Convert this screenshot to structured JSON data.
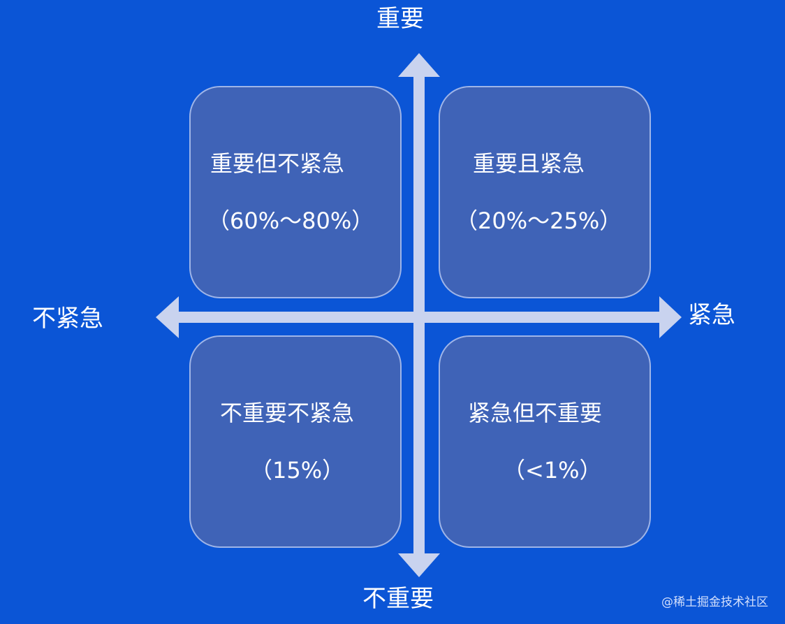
{
  "diagram": {
    "axes": {
      "top": "重要",
      "bottom": "不重要",
      "left": "不紧急",
      "right": "紧急"
    },
    "quadrants": {
      "top_left": {
        "title": "重要但不紧急",
        "percent": "（60%～80%）"
      },
      "top_right": {
        "title": "重要且紧急",
        "percent": "（20%～25%）"
      },
      "bottom_left": {
        "title": "不重要不紧急",
        "percent": "（15%）"
      },
      "bottom_right": {
        "title": "紧急但不重要",
        "percent": "（<1%）"
      }
    },
    "colors": {
      "background": "#0b55d6",
      "quadrant_fill": "#3f63b7",
      "quadrant_border": "#9fb5e8",
      "axis": "#c9d3ef",
      "text": "#ffffff"
    }
  },
  "watermark": "@稀土掘金技术社区"
}
